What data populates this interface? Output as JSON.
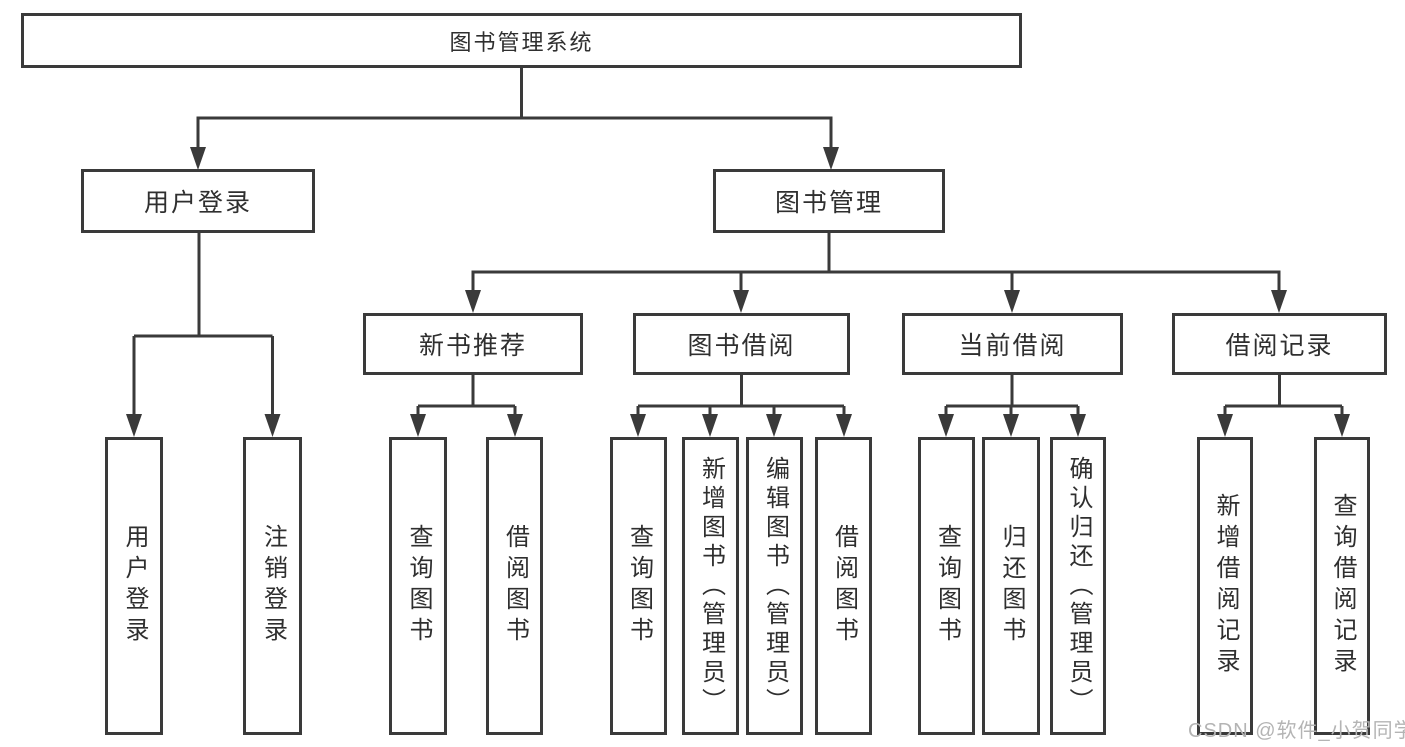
{
  "nodes": {
    "root": "图书管理系统",
    "user_login": "用户登录",
    "book_mgmt": "图书管理",
    "new_book": "新书推荐",
    "book_borrow": "图书借阅",
    "current_borrow": "当前借阅",
    "borrow_record": "借阅记录",
    "leaf_user_login": "用户登录",
    "leaf_logout": "注销登录",
    "nb_query": "查询图书",
    "nb_borrow": "借阅图书",
    "bb_query": "查询图书",
    "bb_add": "新增图书（管理员）",
    "bb_edit": "编辑图书（管理员）",
    "bb_borrow": "借阅图书",
    "cb_query": "查询图书",
    "cb_return": "归还图书",
    "cb_confirm": "确认归还（管理员）",
    "br_add": "新增借阅记录",
    "br_query": "查询借阅记录"
  },
  "watermark": "CSDN @软件_小贺同学",
  "colors": {
    "line": "#3a3a3a",
    "text": "#2f2f2f",
    "background": "#ffffff",
    "watermark": "#b4b4b4"
  }
}
